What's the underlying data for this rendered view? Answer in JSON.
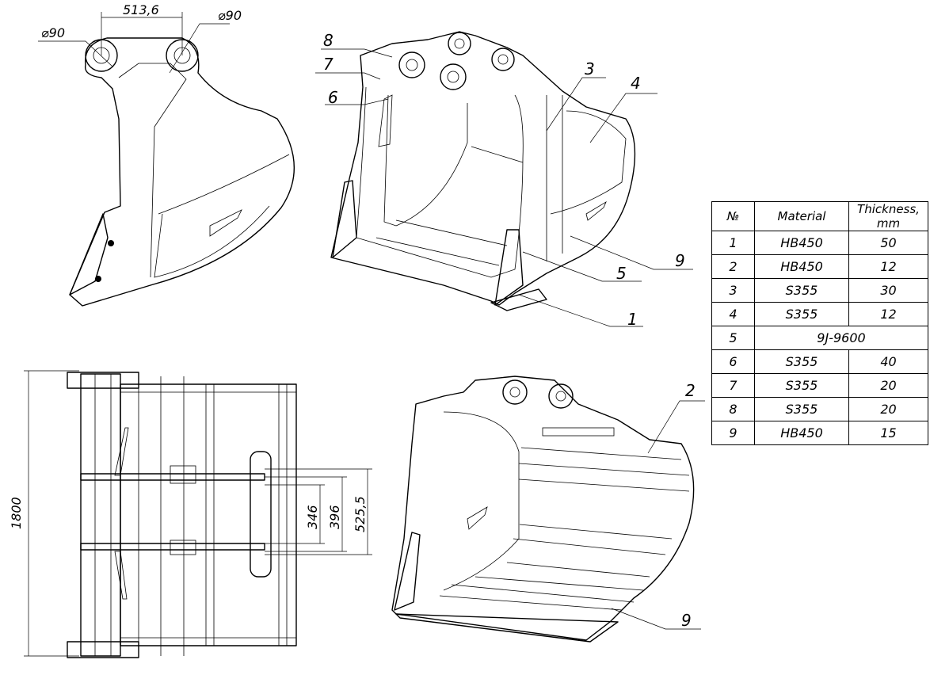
{
  "dimensions": {
    "pin_spacing": "513,6",
    "pin_diameter_left": "⌀90",
    "pin_diameter_right": "⌀90",
    "overall_width": "1800",
    "inner_spacing": "346",
    "mid_spacing": "396",
    "outer_spacing": "525,5"
  },
  "callouts": {
    "iso_top": [
      "8",
      "7",
      "6",
      "3",
      "4",
      "9",
      "5",
      "1"
    ],
    "iso_bottom": [
      "2",
      "9"
    ]
  },
  "table": {
    "headers": [
      "№",
      "Material",
      "Thickness, mm"
    ],
    "rows": [
      {
        "no": "1",
        "material": "HB450",
        "thickness": "50"
      },
      {
        "no": "2",
        "material": "HB450",
        "thickness": "12"
      },
      {
        "no": "3",
        "material": "S355",
        "thickness": "30"
      },
      {
        "no": "4",
        "material": "S355",
        "thickness": "12"
      },
      {
        "no": "5",
        "material": "9J-9600",
        "thickness": ""
      },
      {
        "no": "6",
        "material": "S355",
        "thickness": "40"
      },
      {
        "no": "7",
        "material": "S355",
        "thickness": "20"
      },
      {
        "no": "8",
        "material": "S355",
        "thickness": "20"
      },
      {
        "no": "9",
        "material": "HB450",
        "thickness": "15"
      }
    ]
  }
}
